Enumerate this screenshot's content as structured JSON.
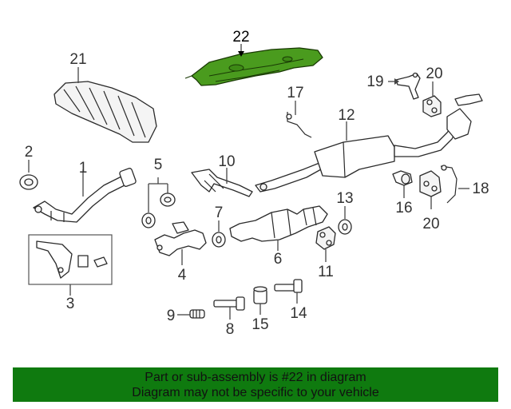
{
  "diagram": {
    "highlight_color": "#4a9b1e",
    "callouts": {
      "c1": "1",
      "c2": "2",
      "c3": "3",
      "c4": "4",
      "c5": "5",
      "c6": "6",
      "c7": "7",
      "c8": "8",
      "c9": "9",
      "c10": "10",
      "c11": "11",
      "c12": "12",
      "c13": "13",
      "c14": "14",
      "c15": "15",
      "c16": "16",
      "c17": "17",
      "c18": "18",
      "c19": "19",
      "c20a": "20",
      "c20b": "20",
      "c21": "21",
      "c22": "22"
    }
  },
  "banner": {
    "background": "#0f7a0f",
    "line1": "Part or sub-assembly is #22 in diagram",
    "line2": "Diagram may not be specific to your vehicle"
  }
}
